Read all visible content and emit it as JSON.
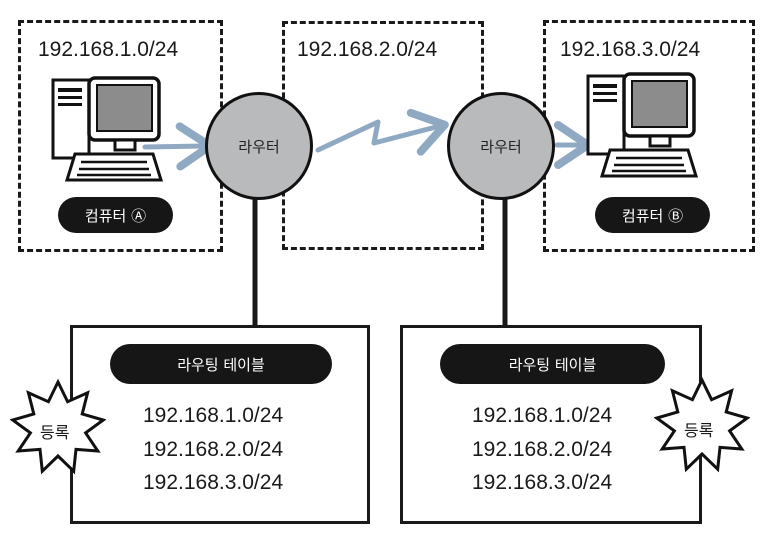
{
  "subnets": [
    {
      "network": "192.168.1.0/24"
    },
    {
      "network": "192.168.2.0/24"
    },
    {
      "network": "192.168.3.0/24"
    }
  ],
  "computers": [
    {
      "label": "컴퓨터 Ⓐ",
      "icon": "desktop-computer-icon"
    },
    {
      "label": "컴퓨터 Ⓑ",
      "icon": "desktop-computer-icon"
    }
  ],
  "routers": [
    {
      "label": "라우터"
    },
    {
      "label": "라우터"
    }
  ],
  "routing_tables": [
    {
      "title": "라우팅 테이블",
      "entries": [
        "192.168.1.0/24",
        "192.168.2.0/24",
        "192.168.3.0/24"
      ],
      "badge": "등록"
    },
    {
      "title": "라우팅 테이블",
      "entries": [
        "192.168.1.0/24",
        "192.168.2.0/24",
        "192.168.3.0/24"
      ],
      "badge": "등록"
    }
  ],
  "colors": {
    "arrow": "#8fa9c3",
    "router_fill": "#b9babb",
    "screen": "#8c8c8c",
    "pill": "#161616",
    "line": "#1a1a1a"
  }
}
